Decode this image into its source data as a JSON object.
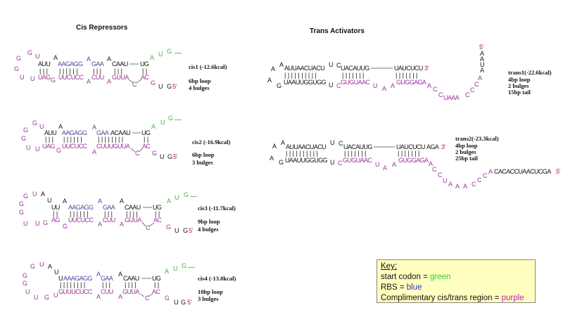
{
  "titles": {
    "cis": "Cis Repressors",
    "trans": "Trans Activators"
  },
  "colors": {
    "p": "#993399",
    "k": "#111111",
    "b": "#4a4a9e",
    "g": "#3cb83c",
    "r": "#a52a2a"
  },
  "diagrams": {
    "cis1": {
      "tokens": [
        [
          "G",
          "p"
        ],
        [
          "G",
          "p"
        ],
        [
          "U",
          "p"
        ],
        [
          "G",
          "p"
        ],
        [
          "U",
          "p"
        ],
        [
          "U",
          "p"
        ],
        [
          "AUU",
          "k"
        ],
        [
          "A",
          "k"
        ],
        [
          "AAGAGG",
          "b"
        ],
        [
          "A",
          "b"
        ],
        [
          "GAA",
          "b"
        ],
        [
          "A",
          "k"
        ],
        [
          "CAAU",
          "k"
        ],
        [
          "UG",
          "k"
        ],
        [
          "A",
          "g"
        ],
        [
          "U",
          "g"
        ],
        [
          "G",
          "g"
        ],
        [
          ".....",
          "k"
        ],
        [
          "| | |",
          "k"
        ],
        [
          "| | | | | |",
          "k"
        ],
        [
          "| | |",
          "k"
        ],
        [
          "| | |",
          "k"
        ],
        [
          "| |",
          "k"
        ],
        [
          "UAG",
          "p"
        ],
        [
          "G",
          "p"
        ],
        [
          "UUCUCC",
          "p"
        ],
        [
          "A",
          "p"
        ],
        [
          "CUU",
          "p"
        ],
        [
          "A",
          "p"
        ],
        [
          "GUUA",
          "p"
        ],
        [
          "C",
          "p"
        ],
        [
          "AC",
          "p"
        ],
        [
          "G",
          "p"
        ],
        [
          "U",
          "k"
        ],
        [
          "G",
          "k"
        ],
        [
          "5'",
          "r"
        ]
      ],
      "labels": [
        "cis1 (-12.6kcal)",
        "6bp loop",
        "4 bulges"
      ]
    },
    "cis2": {
      "tokens": [
        [
          "G",
          "p"
        ],
        [
          "G",
          "p"
        ],
        [
          "U",
          "p"
        ],
        [
          "G",
          "p"
        ],
        [
          "U",
          "p"
        ],
        [
          "U",
          "p"
        ],
        [
          "AUU",
          "k"
        ],
        [
          "A",
          "k"
        ],
        [
          "AAGAGG",
          "b"
        ],
        [
          "A",
          "b"
        ],
        [
          "GAA",
          "b"
        ],
        [
          "ACAAU",
          "k"
        ],
        [
          "UG",
          "k"
        ],
        [
          "A",
          "g"
        ],
        [
          "U",
          "g"
        ],
        [
          "G",
          "g"
        ],
        [
          ".....",
          "k"
        ],
        [
          "| | |",
          "k"
        ],
        [
          "| | | | | |",
          "k"
        ],
        [
          "| | | | | | | |",
          "k"
        ],
        [
          "| |",
          "k"
        ],
        [
          "UAG",
          "p"
        ],
        [
          "G",
          "p"
        ],
        [
          "UUCUCC",
          "p"
        ],
        [
          "A",
          "p"
        ],
        [
          "CUUUGUUA",
          "p"
        ],
        [
          "C",
          "p"
        ],
        [
          "AC",
          "p"
        ],
        [
          "G",
          "p"
        ],
        [
          "U",
          "k"
        ],
        [
          "G",
          "k"
        ],
        [
          "5'",
          "r"
        ]
      ],
      "labels": [
        "cis2 (-16.9kcal)",
        "6bp loop",
        "3 bulges"
      ]
    },
    "cis3": {
      "tokens": [
        [
          "G",
          "p"
        ],
        [
          "U",
          "p"
        ],
        [
          "A",
          "k"
        ],
        [
          "G",
          "p"
        ],
        [
          "U",
          "k"
        ],
        [
          "G",
          "p"
        ],
        [
          "U",
          "p"
        ],
        [
          "U",
          "p"
        ],
        [
          "G",
          "p"
        ],
        [
          "UU",
          "k"
        ],
        [
          "A",
          "k"
        ],
        [
          "AAGAGG",
          "b"
        ],
        [
          "A",
          "b"
        ],
        [
          "GAA",
          "b"
        ],
        [
          "A",
          "k"
        ],
        [
          "CAAU",
          "k"
        ],
        [
          "UG",
          "k"
        ],
        [
          "A",
          "g"
        ],
        [
          "U",
          "g"
        ],
        [
          "G",
          "g"
        ],
        [
          ".....",
          "k"
        ],
        [
          "| |",
          "k"
        ],
        [
          "| | | | | |",
          "k"
        ],
        [
          "| | |",
          "k"
        ],
        [
          "| | | |",
          "k"
        ],
        [
          "| |",
          "k"
        ],
        [
          "AG",
          "p"
        ],
        [
          "G",
          "p"
        ],
        [
          "UUCUCC",
          "p"
        ],
        [
          "A",
          "p"
        ],
        [
          "CUU",
          "p"
        ],
        [
          "A",
          "p"
        ],
        [
          "GUUA",
          "p"
        ],
        [
          "C",
          "p"
        ],
        [
          "AC",
          "p"
        ],
        [
          "G",
          "p"
        ],
        [
          "U",
          "k"
        ],
        [
          "G",
          "k"
        ],
        [
          "5'",
          "r"
        ]
      ],
      "labels": [
        "cis3 (-11.7kcal)",
        "9bp loop",
        "4 bulges"
      ]
    },
    "cis4": {
      "tokens": [
        [
          "G",
          "p"
        ],
        [
          "U",
          "p"
        ],
        [
          "A",
          "k"
        ],
        [
          "U",
          "k"
        ],
        [
          "G",
          "p"
        ],
        [
          "G",
          "p"
        ],
        [
          "U",
          "p"
        ],
        [
          "U",
          "p"
        ],
        [
          "G",
          "p"
        ],
        [
          "U",
          "p"
        ],
        [
          "U",
          "k"
        ],
        [
          "AAAGAGG",
          "b"
        ],
        [
          "A",
          "b"
        ],
        [
          "GAA",
          "b"
        ],
        [
          "A",
          "k"
        ],
        [
          "CAAU",
          "k"
        ],
        [
          "UG",
          "k"
        ],
        [
          "A",
          "g"
        ],
        [
          "U",
          "g"
        ],
        [
          "G",
          "g"
        ],
        [
          ".....",
          "k"
        ],
        [
          "| | | | | | | |",
          "k"
        ],
        [
          "| | |",
          "k"
        ],
        [
          "| | | |",
          "k"
        ],
        [
          "| |",
          "k"
        ],
        [
          "GUUUCUCC",
          "p"
        ],
        [
          "A",
          "p"
        ],
        [
          "CUU",
          "p"
        ],
        [
          "A",
          "p"
        ],
        [
          "GUUA",
          "p"
        ],
        [
          "C",
          "p"
        ],
        [
          "AC",
          "p"
        ],
        [
          "G",
          "p"
        ],
        [
          "U",
          "k"
        ],
        [
          "G",
          "k"
        ],
        [
          "5'",
          "r"
        ]
      ],
      "labels": [
        "cis4 (-13.0kcal)",
        "10bp loop",
        "3 bulges"
      ]
    },
    "trans1": {
      "tokens": [
        [
          "A",
          "k"
        ],
        [
          "A",
          "k"
        ],
        [
          "AUUAACUACU",
          "k"
        ],
        [
          "U",
          "k"
        ],
        [
          "C",
          "k"
        ],
        [
          "UACAUUG",
          "k"
        ],
        [
          "UAUCUCU",
          "k"
        ],
        [
          "3'",
          "r"
        ],
        [
          "| | | | | | | | | |",
          "k"
        ],
        [
          "| | | | | | |",
          "k"
        ],
        [
          "| | | | | | |",
          "k"
        ],
        [
          "A",
          "k"
        ],
        [
          "G",
          "k"
        ],
        [
          "UAAUUGGUGG",
          "k"
        ],
        [
          "U",
          "k"
        ],
        [
          "C",
          "p"
        ],
        [
          "GUGUAAC",
          "p"
        ],
        [
          "U",
          "p"
        ],
        [
          "A",
          "p"
        ],
        [
          "A",
          "p"
        ],
        [
          "GUGGAGA",
          "p"
        ],
        [
          "A",
          "p"
        ],
        [
          "C",
          "p"
        ],
        [
          "C",
          "p"
        ],
        [
          "UAAA",
          "p"
        ],
        [
          "C",
          "p"
        ],
        [
          "C",
          "p"
        ],
        [
          "C",
          "p"
        ],
        [
          "A",
          "p"
        ],
        [
          "A",
          "k"
        ],
        [
          "A",
          "k"
        ],
        [
          "U",
          "k"
        ],
        [
          "A",
          "k"
        ],
        [
          "5'",
          "r"
        ]
      ],
      "labels": [
        "trans1(-22.6kcal)",
        "4bp loop",
        "2 bulges",
        "15bp tail"
      ]
    },
    "trans2": {
      "tokens": [
        [
          "A",
          "k"
        ],
        [
          "A",
          "k"
        ],
        [
          "AUUAACUACU",
          "k"
        ],
        [
          "U",
          "k"
        ],
        [
          "C",
          "k"
        ],
        [
          "UACAUUG",
          "k"
        ],
        [
          "UAUCUCU",
          "k"
        ],
        [
          "AGA",
          "k"
        ],
        [
          "3'",
          "r"
        ],
        [
          "| | | | | | | | | |",
          "k"
        ],
        [
          "| | | | | | |",
          "k"
        ],
        [
          "| | | | | | |",
          "k"
        ],
        [
          "A",
          "k"
        ],
        [
          "G",
          "k"
        ],
        [
          "UAAUUGGUGG",
          "k"
        ],
        [
          "U",
          "k"
        ],
        [
          "C",
          "p"
        ],
        [
          "GUGUAAC",
          "p"
        ],
        [
          "U",
          "p"
        ],
        [
          "A",
          "p"
        ],
        [
          "A",
          "p"
        ],
        [
          "GUGGAGA",
          "p"
        ],
        [
          "A",
          "p"
        ],
        [
          "C",
          "p"
        ],
        [
          "C",
          "p"
        ],
        [
          "U",
          "p"
        ],
        [
          "A",
          "p"
        ],
        [
          "A",
          "p"
        ],
        [
          "A",
          "p"
        ],
        [
          "C",
          "p"
        ],
        [
          "C",
          "p"
        ],
        [
          "C",
          "p"
        ],
        [
          "A",
          "p"
        ],
        [
          "CACACCUAACUCGA",
          "k"
        ],
        [
          "5'",
          "r"
        ]
      ],
      "labels": [
        "trans2(-23.3kcal)",
        "4bp loop",
        "2 bulges",
        "25bp tail"
      ]
    }
  },
  "key": {
    "heading": "Key:",
    "rows": [
      {
        "prefix": "start codon = ",
        "word": "green",
        "color": "#33cc33"
      },
      {
        "prefix": "RBS = ",
        "word": "blue",
        "color": "#3333cc"
      },
      {
        "prefix": "Complimentary cis/trans region = ",
        "word": "purple",
        "color": "#bb22bb"
      }
    ]
  }
}
